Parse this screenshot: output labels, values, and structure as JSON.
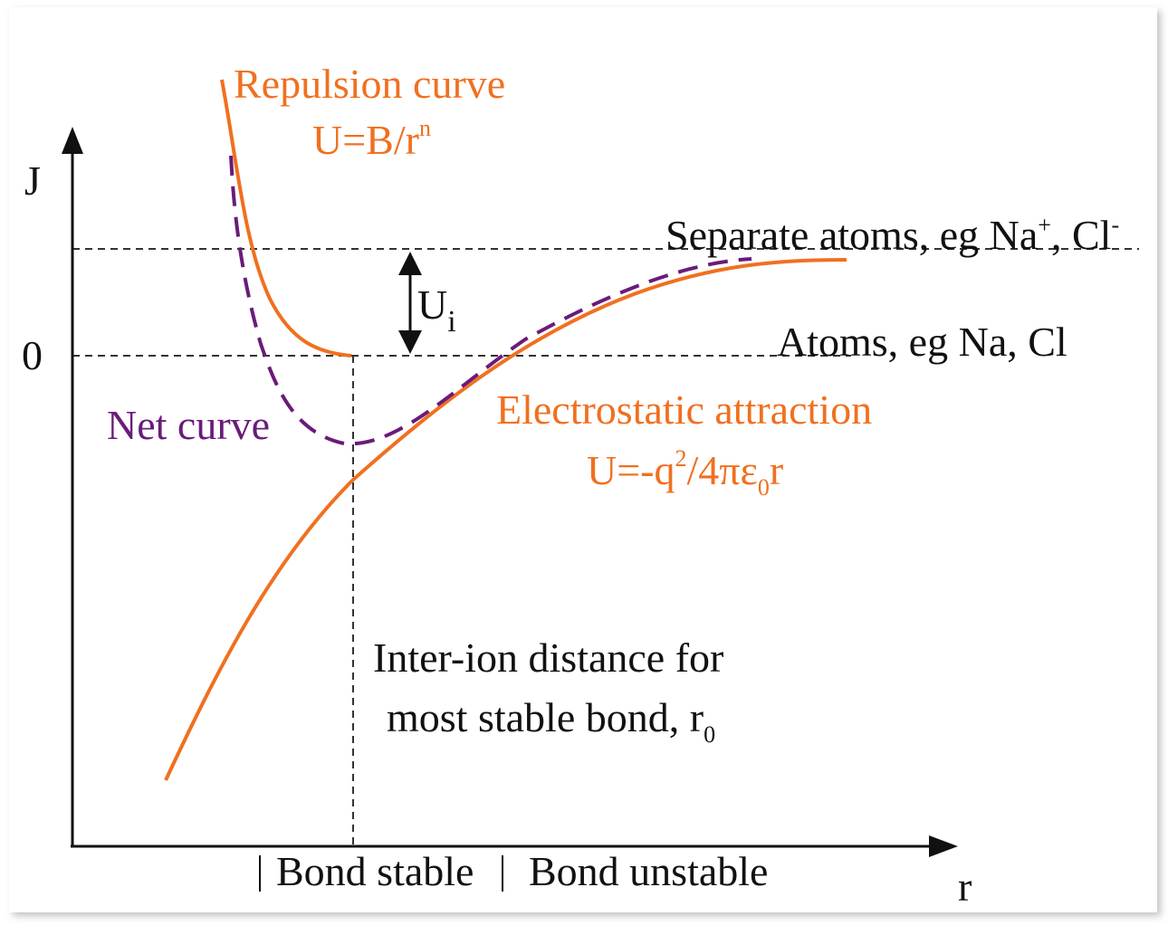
{
  "diagram": {
    "axis_y_label": "J",
    "axis_x_label": "r",
    "zero_label": "0",
    "repulsion": {
      "title": "Repulsion curve",
      "formula": "U=B/r",
      "formula_sup": "n"
    },
    "separate_atoms": {
      "text": "Separate atoms, eg Na",
      "sup1": "+",
      "mid": ", Cl",
      "sup2": "-"
    },
    "ui": {
      "main": "U",
      "sub": "i"
    },
    "atoms_label": "Atoms, eg Na, Cl",
    "net_curve_label": "Net curve",
    "attraction": {
      "title": "Electrostatic attraction",
      "formula_a": "U=-q",
      "formula_sup": "2",
      "formula_b": "/4πε",
      "formula_sub": "0",
      "formula_c": "r"
    },
    "inter_ion": {
      "line1": "Inter-ion distance for",
      "line2": "most stable bond, r",
      "line2_sub": "0"
    },
    "bond_stable": "Bond stable",
    "bond_unstable": "Bond unstable",
    "colors": {
      "orange": "#f07020",
      "purple": "#6a1b7a",
      "axis": "#111111"
    }
  }
}
